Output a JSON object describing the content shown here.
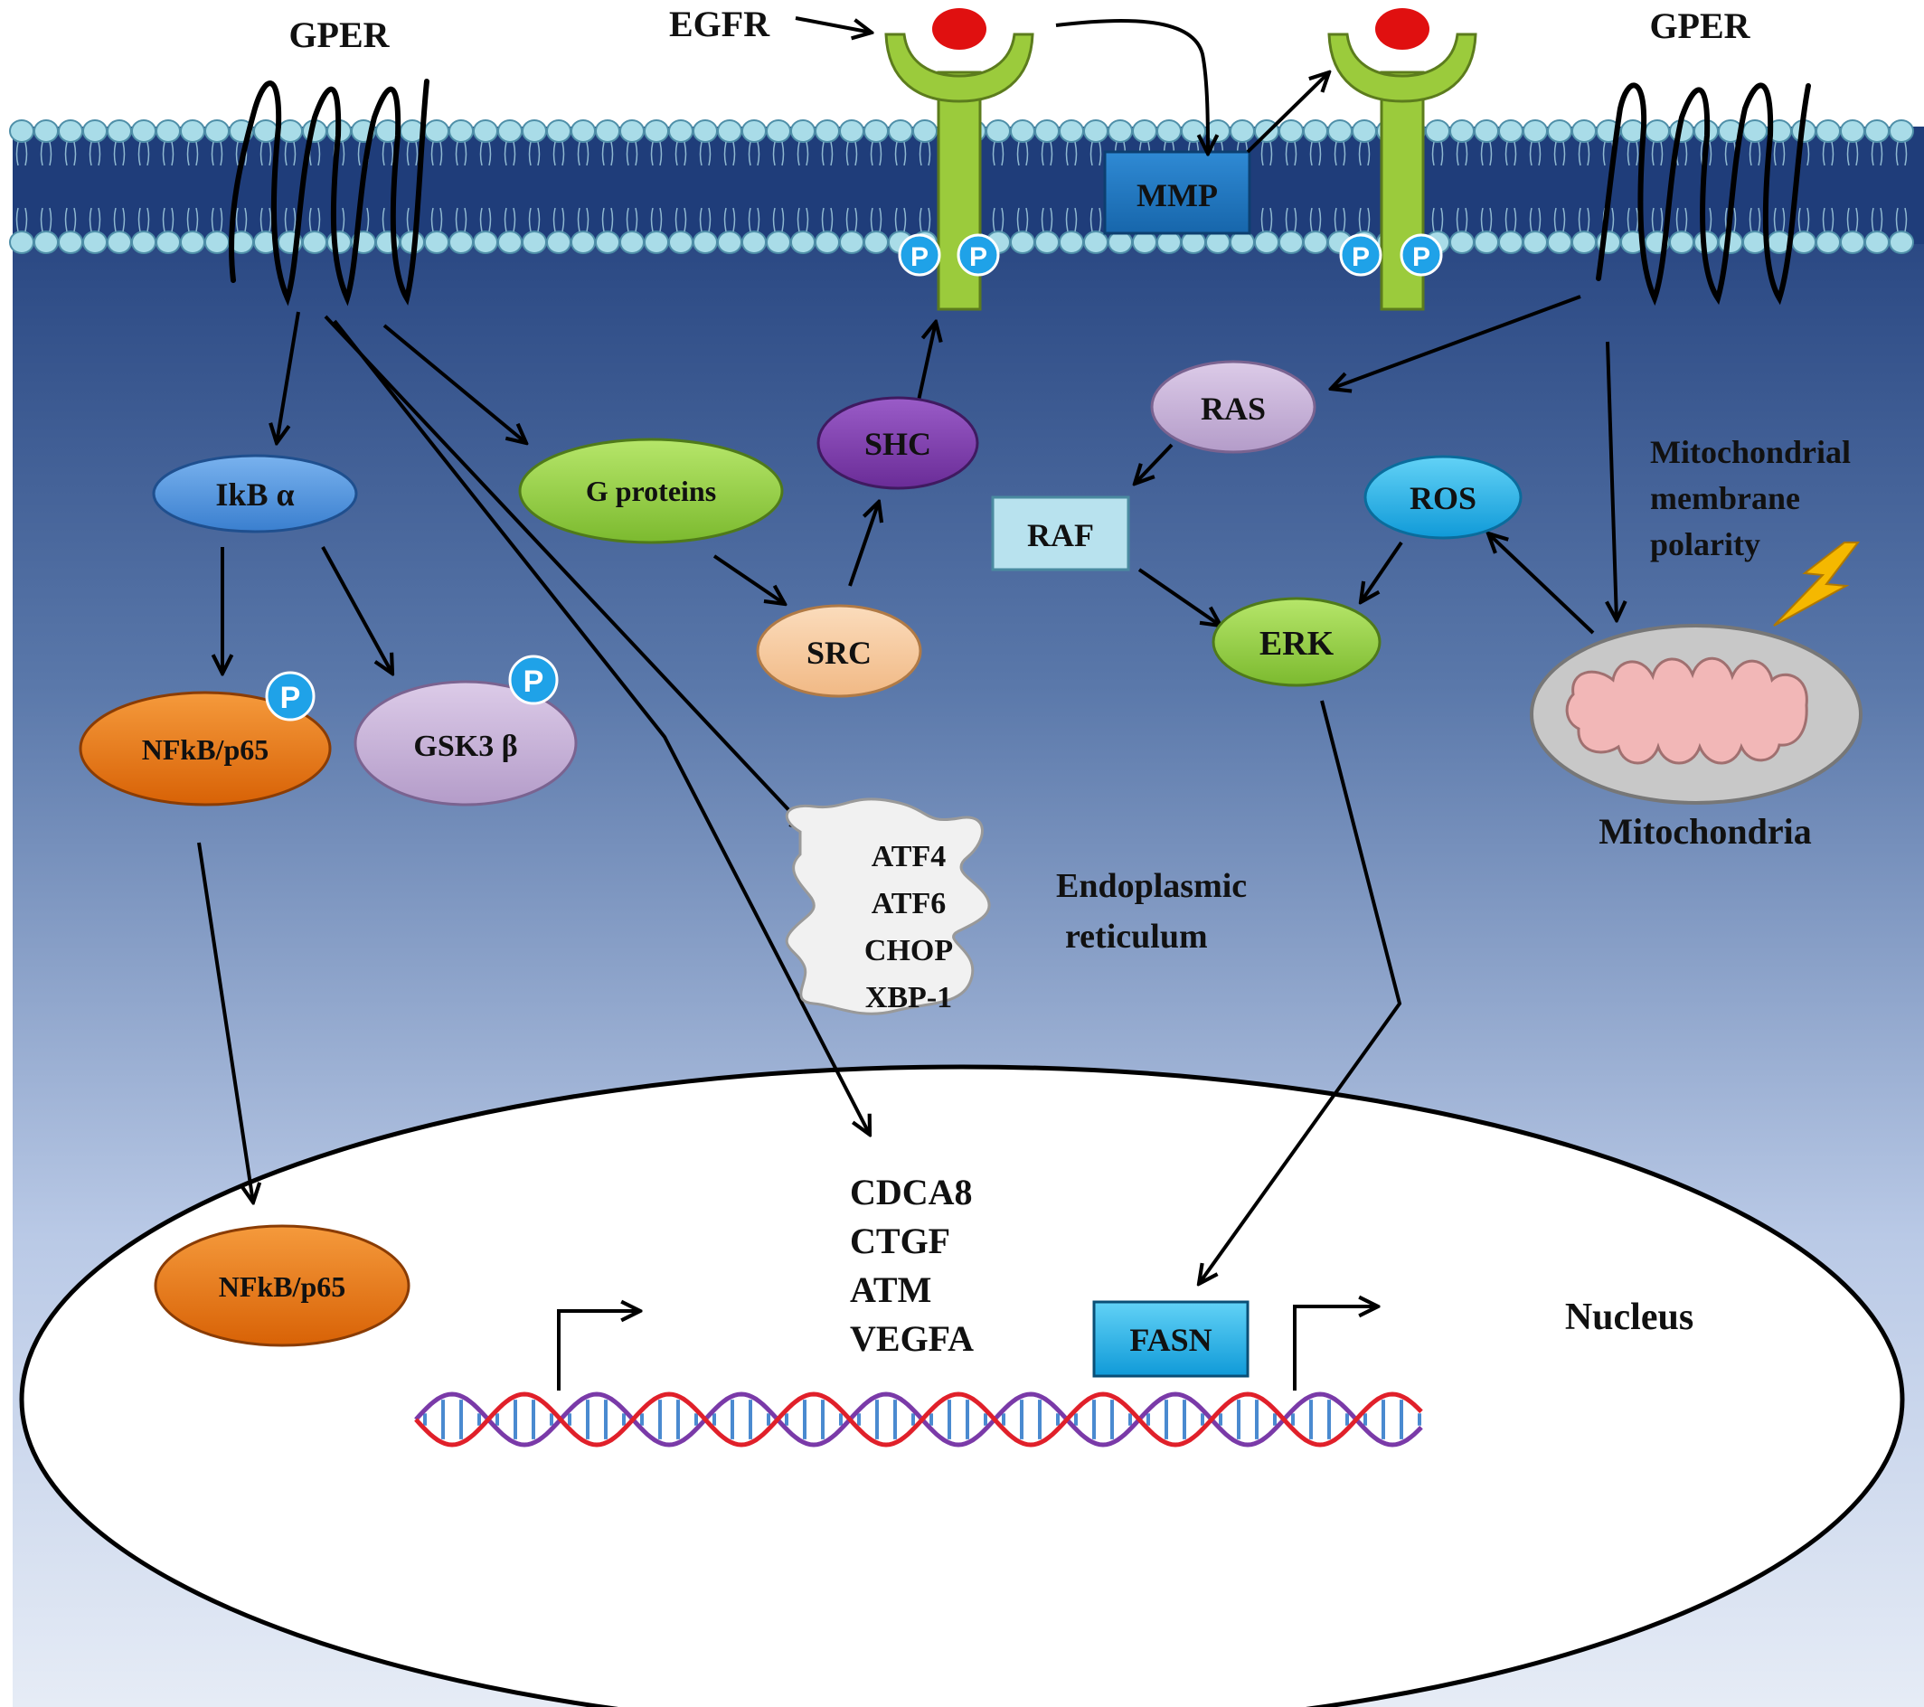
{
  "labels": {
    "gper_left": "GPER",
    "gper_right": "GPER",
    "egfr": "EGFR",
    "mmp": "MMP",
    "phospho": "P",
    "ikb": "IkB α",
    "g_proteins": "G proteins",
    "shc": "SHC",
    "src": "SRC",
    "ras": "RAS",
    "raf": "RAF",
    "ros": "ROS",
    "erk": "ERK",
    "nfkb_cyto": "NFkB/p65",
    "gsk3b": "GSK3 β",
    "nfkb_nucleus": "NFkB/p65",
    "er_proteins": [
      "ATF4",
      "ATF6",
      "CHOP",
      "XBP-1"
    ],
    "er_caption": [
      "Endoplasmic",
      "reticulum"
    ],
    "mito_polarity": [
      "Mitochondrial",
      "membrane",
      "polarity"
    ],
    "mitochondria": "Mitochondria",
    "nuclear_genes": [
      "CDCA8",
      "CTGF",
      "ATM",
      "VEGFA"
    ],
    "fasn": "FASN",
    "nucleus": "Nucleus"
  },
  "colors": {
    "membrane_head": "#a9dce8",
    "cytoplasm_top": "#1f3d7a",
    "cytoplasm_bottom": "#e6ecf6",
    "egfr_green": "#9bcb3c",
    "ligand_red": "#e01010",
    "mmp_blue": "#1e78c2",
    "phospho_blue": "#1fa2e8",
    "ikb_blue": "#4a90d9",
    "g_proteins_green": "#8ccd3f",
    "shc_purple": "#7b3aa6",
    "src_peach": "#f6c79a",
    "ras_lilac": "#c9b3d9",
    "raf_lightblue": "#b8e2ee",
    "ros_cyan": "#1ab6ec",
    "erk_green": "#8ccd3f",
    "nfkb_orange": "#e8720d",
    "gsk3b_lilac": "#c3add6",
    "fasn_cyan": "#1ab6ec",
    "dna_red": "#e0202a",
    "dna_purple": "#7a3aa8",
    "mito_pink": "#f2b7b7"
  }
}
